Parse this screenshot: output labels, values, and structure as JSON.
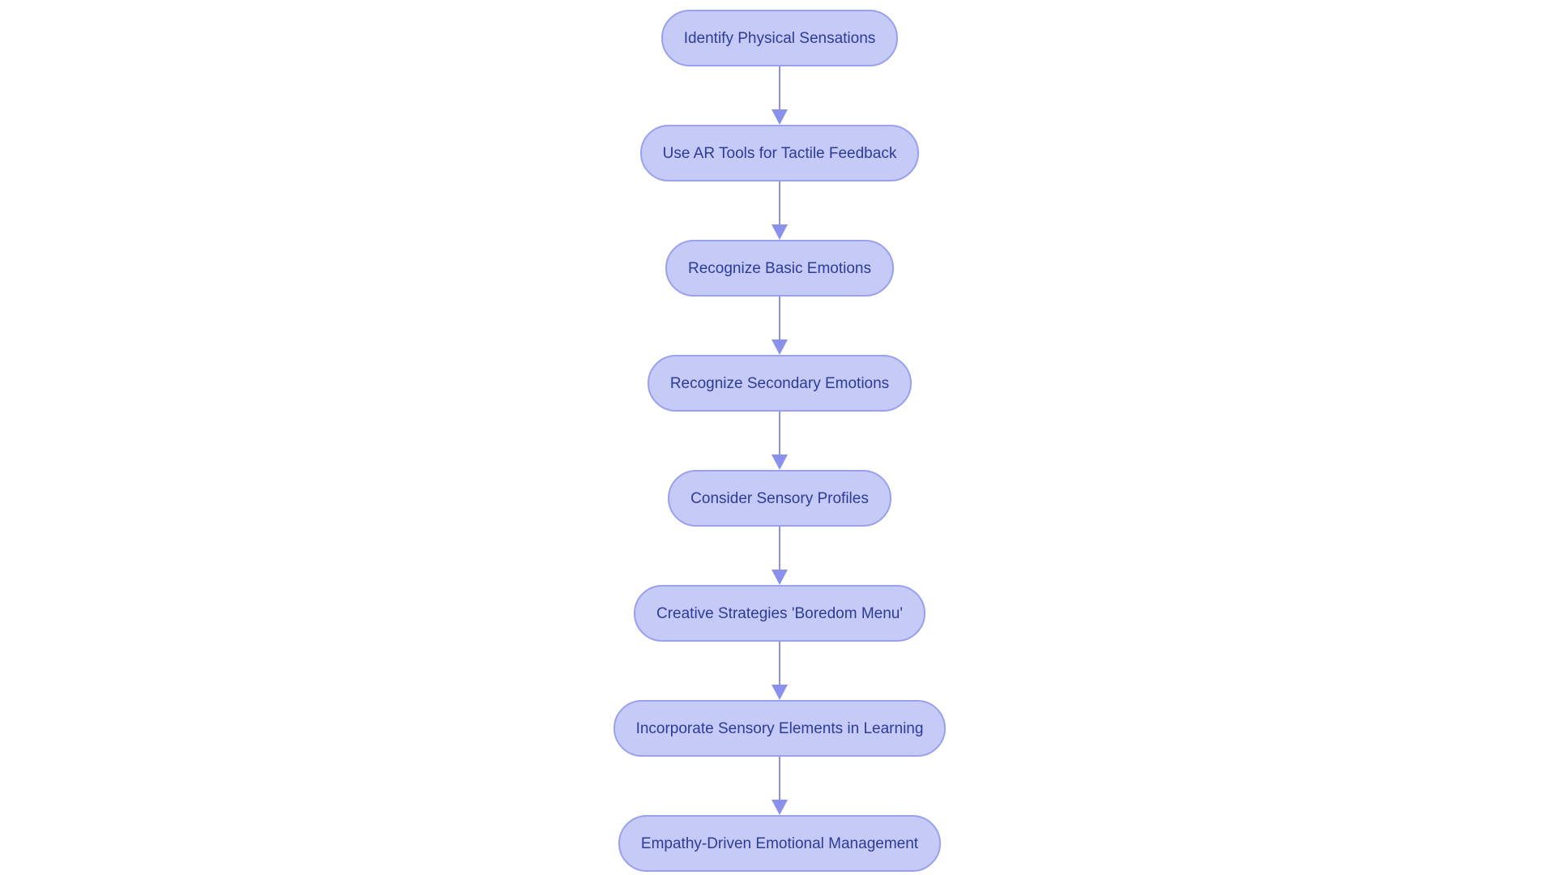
{
  "diagram": {
    "type": "flowchart",
    "direction": "top-down",
    "nodes": [
      {
        "label": "Identify Physical Sensations"
      },
      {
        "label": "Use AR Tools for Tactile Feedback"
      },
      {
        "label": "Recognize Basic Emotions"
      },
      {
        "label": "Recognize Secondary Emotions"
      },
      {
        "label": "Consider Sensory Profiles"
      },
      {
        "label": "Creative Strategies 'Boredom Menu'"
      },
      {
        "label": "Incorporate Sensory Elements in Learning"
      },
      {
        "label": "Empathy-Driven Emotional Management"
      }
    ],
    "connector_icon": "arrow-down-icon",
    "colors": {
      "background": "#ffffff",
      "node_fill": "#c6caf7",
      "node_border": "#9aa0ee",
      "node_text": "#2e3b97",
      "arrow": "#8a91ec"
    }
  }
}
